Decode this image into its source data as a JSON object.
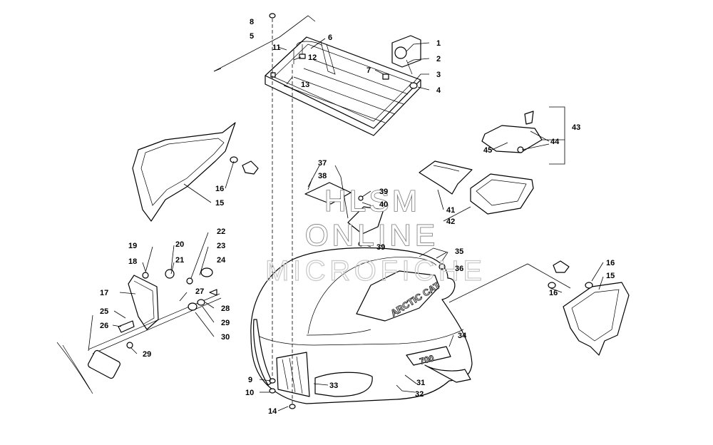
{
  "watermark": {
    "line1": "HLSM",
    "line2": "ONLINE",
    "line3": "MICROFICHE"
  },
  "brand_decals": {
    "arctic_cat": "ARCTIC CAT",
    "model": "700"
  },
  "callouts": [
    "1",
    "2",
    "3",
    "4",
    "5",
    "6",
    "7",
    "8",
    "9",
    "10",
    "11",
    "12",
    "13",
    "14",
    "15",
    "16",
    "17",
    "18",
    "19",
    "20",
    "21",
    "22",
    "23",
    "24",
    "25",
    "26",
    "27",
    "28",
    "29",
    "30",
    "31",
    "32",
    "33",
    "34",
    "35",
    "36",
    "37",
    "38",
    "39",
    "40",
    "41",
    "42",
    "43",
    "44",
    "45"
  ],
  "callout_repeats": {
    "n15b": "15",
    "n16b": "16",
    "n16c": "16",
    "n29b": "29",
    "n39b": "39"
  }
}
